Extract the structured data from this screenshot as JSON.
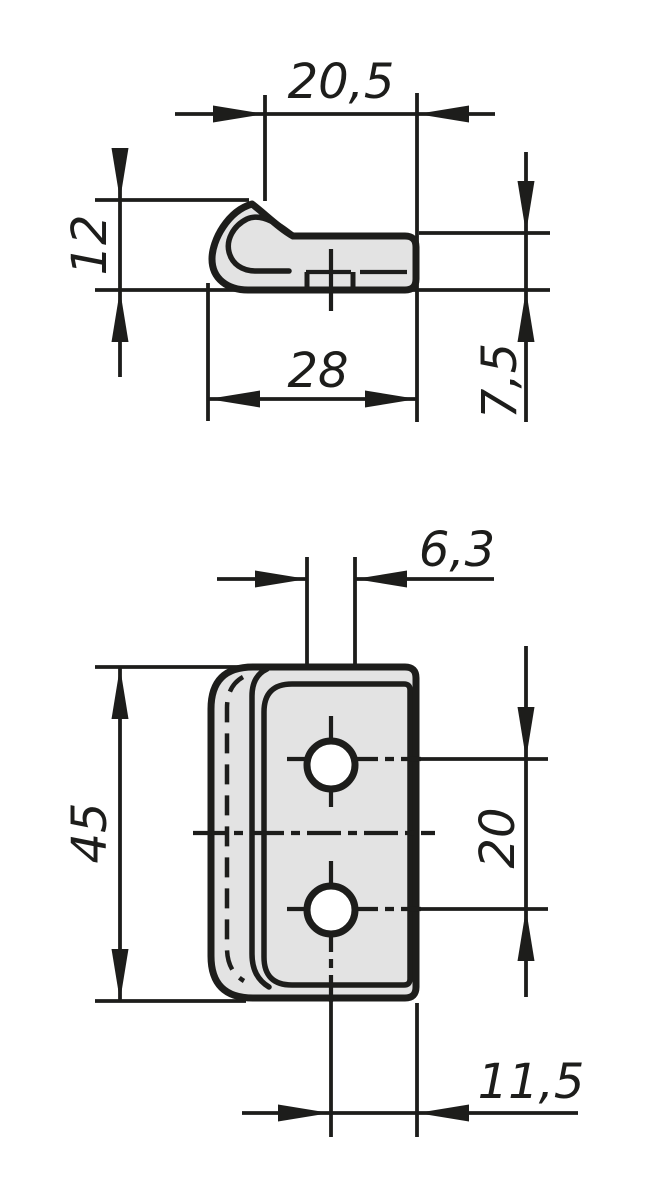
{
  "drawing": {
    "type": "technical-drawing",
    "background_color": "#ffffff",
    "line_color": "#1d1d1b",
    "part_fill": "#e3e3e3",
    "hole_fill": "#ffffff",
    "views": {
      "side": {
        "name": "side-view-hook-profile",
        "dim_hook_width": "20,5",
        "dim_height": "12",
        "dim_total_width": "28",
        "dim_plate_thickness": "7,5"
      },
      "front": {
        "name": "front-view-plate",
        "dim_hole_diameter": "6,3",
        "dim_total_height": "45",
        "dim_hole_spacing": "20",
        "dim_hole_to_edge": "11,5"
      }
    }
  }
}
